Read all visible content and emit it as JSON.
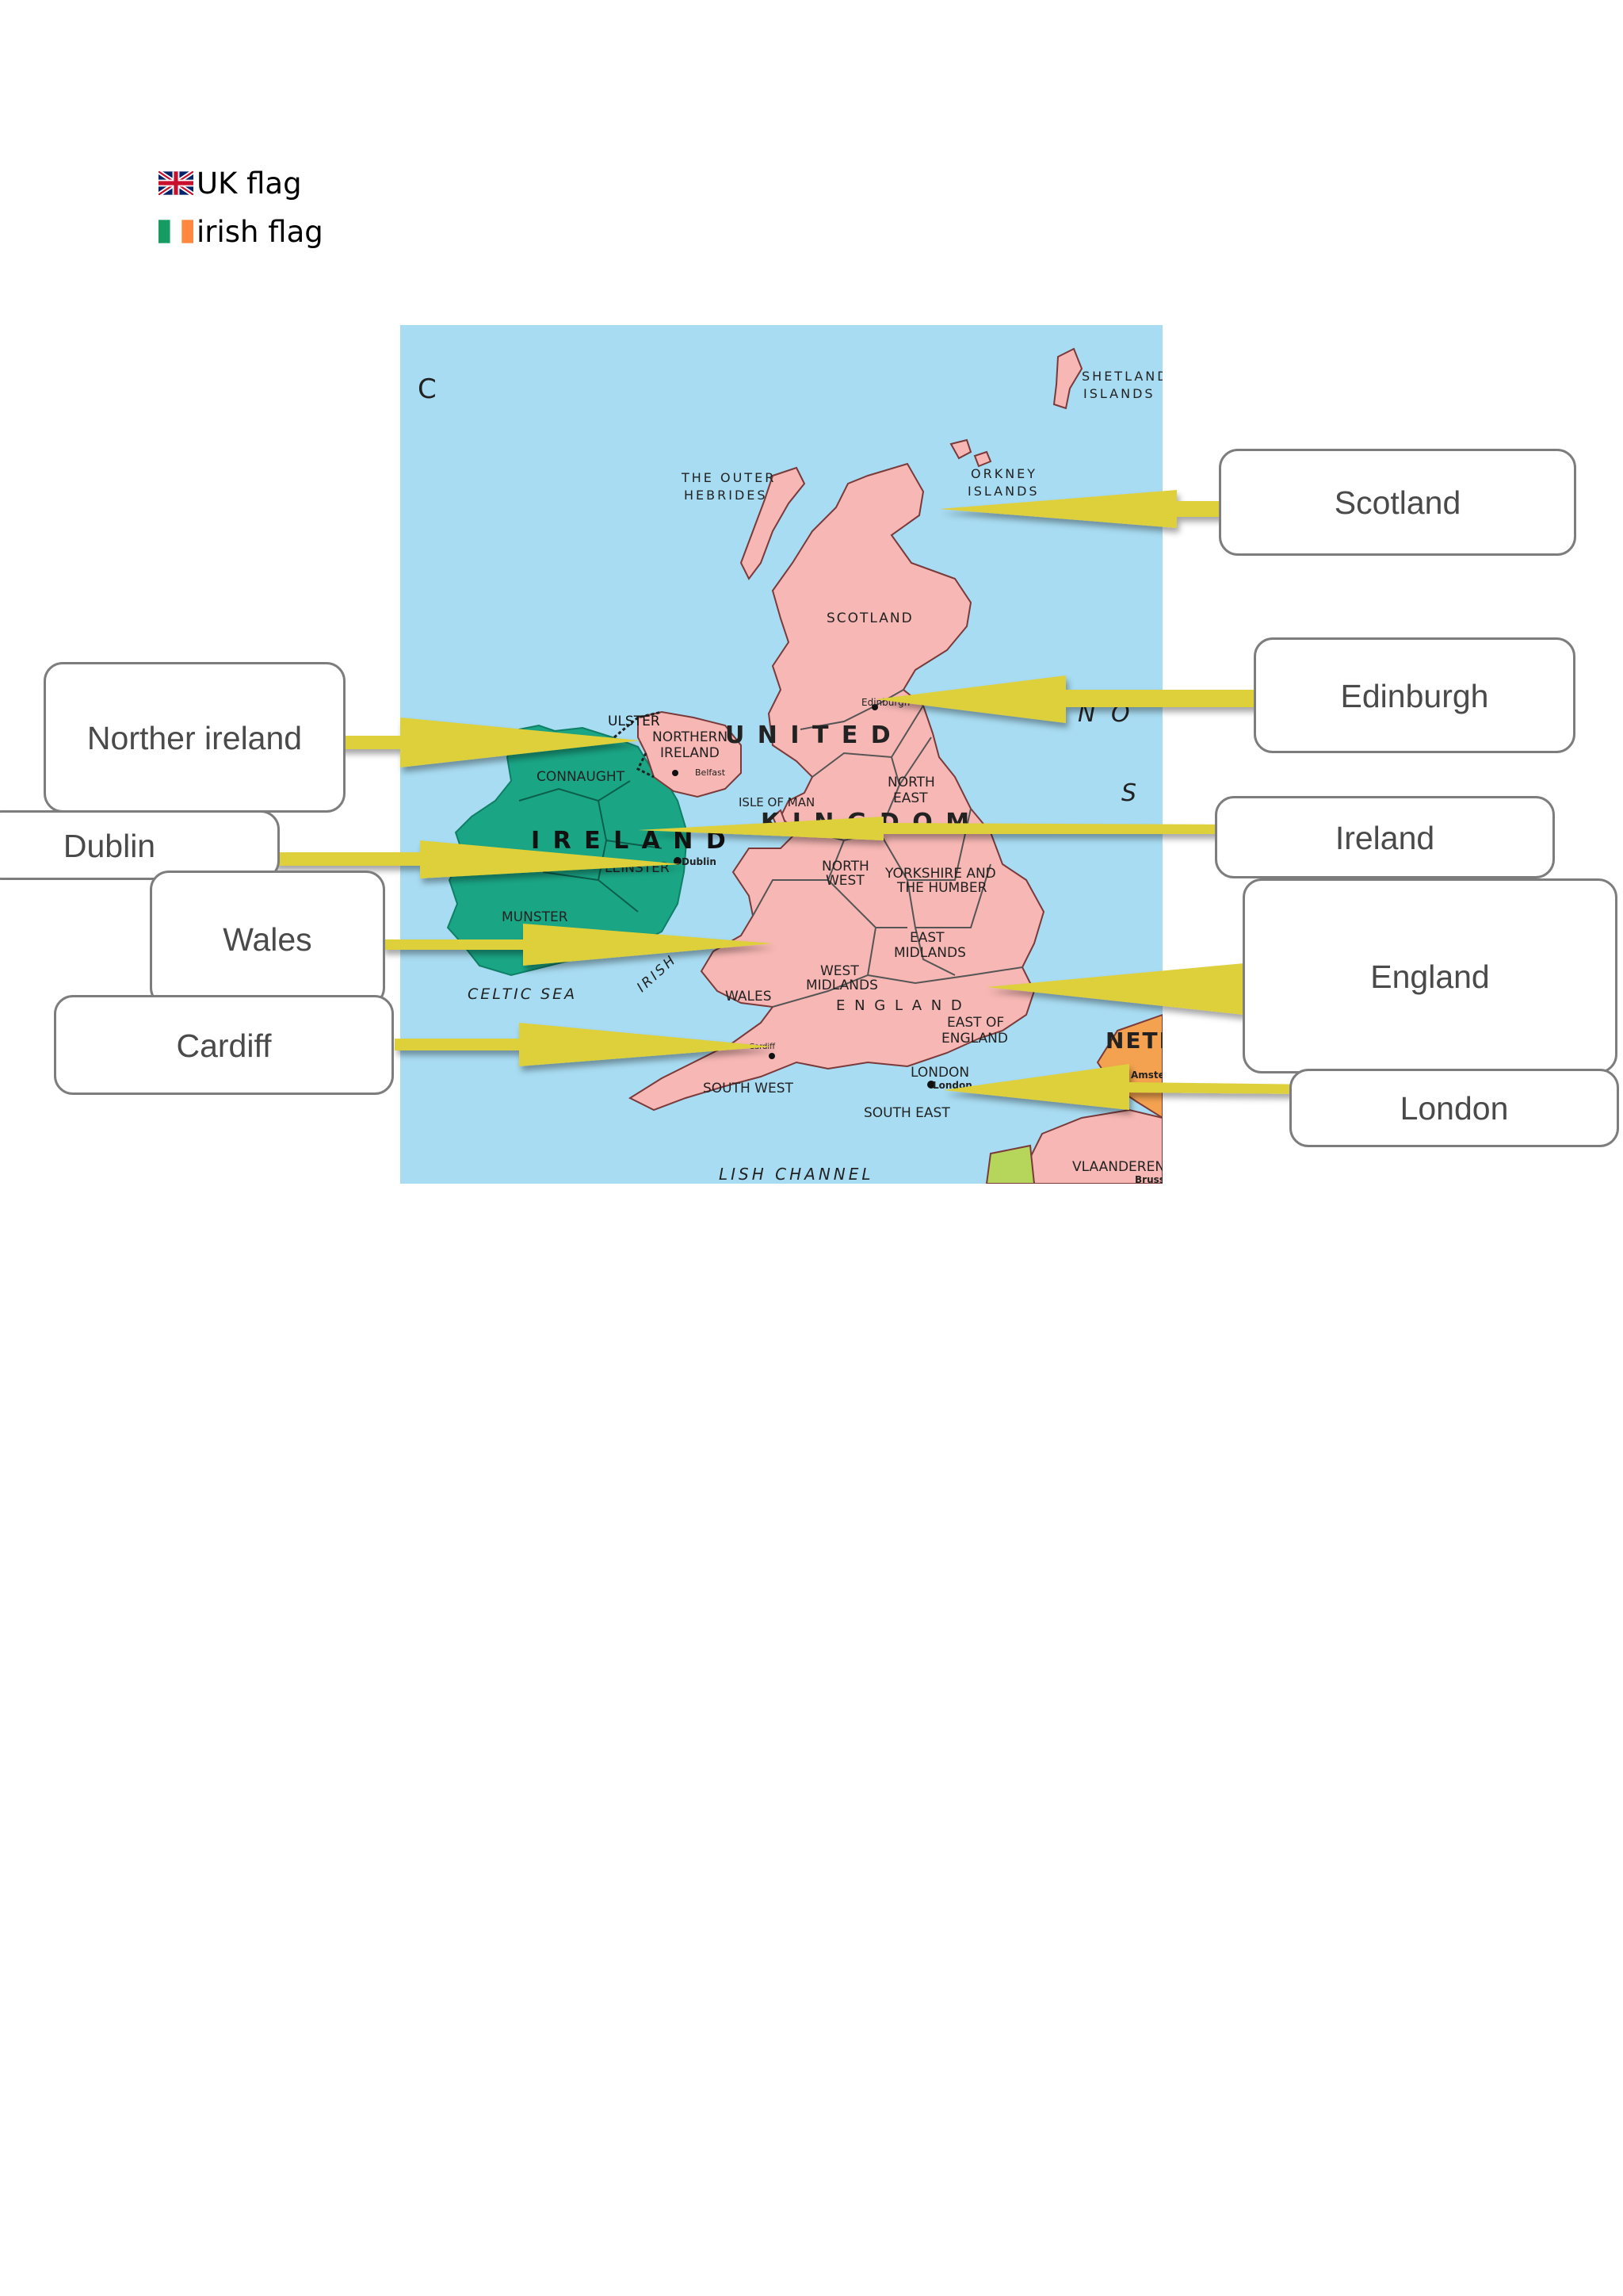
{
  "legend": [
    {
      "label": "UK flag"
    },
    {
      "label": "irish flag"
    }
  ],
  "map_labels": {
    "shetland": [
      "SHETLAND",
      "ISLANDS"
    ],
    "orkney": [
      "ORKNEY",
      "ISLANDS"
    ],
    "outer_hebrides": [
      "THE OUTER",
      "HEBRIDES"
    ],
    "scotland": "SCOTLAND",
    "edinburgh": "Edinburgh",
    "united": "U N I T E D",
    "kingdom": "K I N G D O M",
    "ulster": "ULSTER",
    "northern_ireland": [
      "NORTHERN",
      "IRELAND"
    ],
    "belfast": "Belfast",
    "connaught": "CONNAUGHT",
    "ireland": "I R E L A N D",
    "leinster": "LEINSTER",
    "dublin_city": "Dublin",
    "munster": "MUNSTER",
    "isle_of_man": "ISLE OF MAN",
    "north_east": [
      "NORTH",
      "EAST"
    ],
    "north_west": [
      "NORTH",
      "WEST"
    ],
    "yorkshire": [
      "YORKSHIRE AND",
      "THE HUMBER"
    ],
    "east_midlands": [
      "EAST",
      "MIDLANDS"
    ],
    "west_midlands": [
      "WEST",
      "MIDLANDS"
    ],
    "wales": "WALES",
    "england": "E N G L A N D",
    "east_of_england": [
      "EAST OF",
      "ENGLAND"
    ],
    "london_region": "LONDON",
    "london_city": "London",
    "south_west": "SOUTH WEST",
    "south_east": "SOUTH EAST",
    "cardiff_city": "Cardiff",
    "celtic_sea": "CELTIC SEA",
    "irish_sea": "IRISH",
    "english_channel": "LISH  CHANNEL",
    "north_sea": "N O",
    "sea_s": "S",
    "neth": "NETH",
    "amsterdam": "Amste",
    "vlaanderen": "VLAANDEREN",
    "brussels": "Bruss",
    "ocean_c": "C"
  },
  "labels": {
    "scotland": "Scotland",
    "edinburgh": "Edinburgh",
    "northern_ireland": "Norther ireland",
    "dublin": "Dublin",
    "ireland": "Ireland",
    "wales": "Wales",
    "england": "England",
    "cardiff": "Cardiff",
    "london": "London"
  },
  "colors": {
    "sea": "#a8dcf2",
    "uk": "#f7b7b4",
    "ireland": "#1aa685",
    "arrow": "#ddd03a",
    "box_border": "#7d7d7d",
    "box_text": "#4a4a4a"
  }
}
